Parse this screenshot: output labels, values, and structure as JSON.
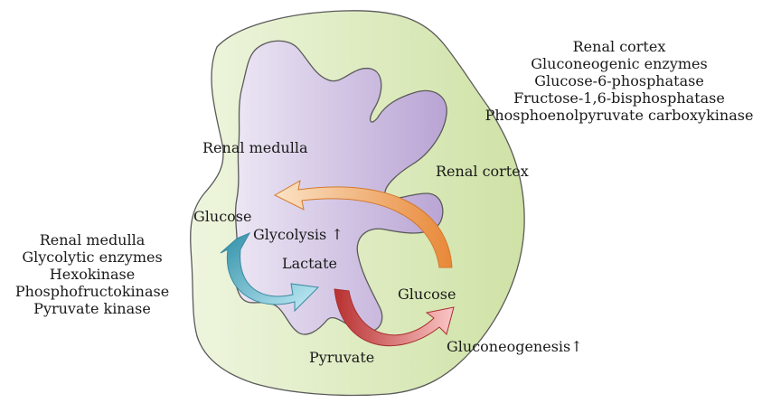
{
  "colors": {
    "cortex_fill": "#d4e6b0",
    "cortex_stroke": "#4a4a4a",
    "medulla_fill": "#c5b3d9",
    "medulla_stroke": "#4a4a4a",
    "arrow_orange": "#f0a050",
    "arrow_blue": "#5ab0c8",
    "arrow_red": "#d84040"
  },
  "legend_right": {
    "lines": [
      "Renal cortex",
      "Gluconeogenic enzymes",
      "Glucose-6-phosphatase",
      "Fructose-1,6-bisphosphatase",
      "Phosphoenolpyruvate carboxykinase"
    ]
  },
  "legend_left": {
    "lines": [
      "Renal medulla",
      "Glycolytic enzymes",
      "Hexokinase",
      "Phosphofructokinase",
      "Pyruvate kinase"
    ]
  },
  "labels": {
    "renal_medulla": "Renal medulla",
    "renal_cortex": "Renal cortex",
    "glucose_left": "Glucose",
    "glycolysis": "Glycolysis ↑",
    "lactate": "Lactate",
    "glucose_right": "Glucose",
    "pyruvate": "Pyruvate",
    "gluconeogenesis": "Gluconeogenesis↑"
  }
}
